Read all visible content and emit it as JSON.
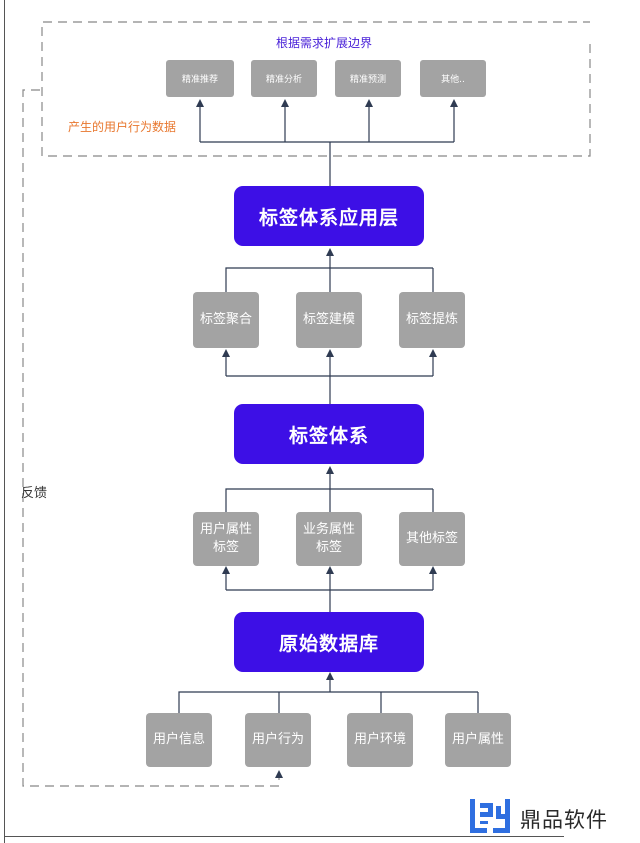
{
  "expansion": {
    "title": "根据需求扩展边界",
    "items": [
      "精准推荐",
      "精准分析",
      "精准预测",
      "其他.."
    ],
    "note": "产生的用户行为数据"
  },
  "layers": {
    "application": "标签体系应用层",
    "tag_system": "标签体系",
    "raw_database": "原始数据库"
  },
  "processes": [
    "标签聚合",
    "标签建模",
    "标签提炼"
  ],
  "attributes": [
    "用户属性\n标签",
    "业务属性\n标签",
    "其他标签"
  ],
  "sources": [
    "用户信息",
    "用户行为",
    "用户环境",
    "用户属性"
  ],
  "feedback_label": "反馈",
  "watermark": {
    "text": "鼎品软件"
  },
  "colors": {
    "layer": "#3d0fe6",
    "node": "#a3a3a3",
    "title": "#4a22d8",
    "note": "#e8772e"
  }
}
